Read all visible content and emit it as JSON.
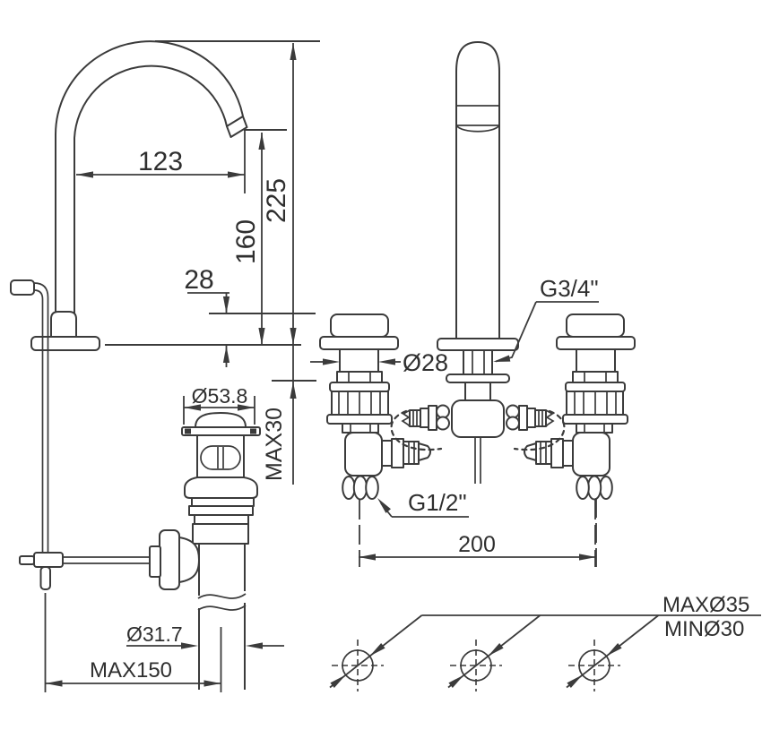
{
  "page": {
    "background": "#ffffff",
    "line_color": "#3b3b3b",
    "text_color": "#2f2f2f",
    "description": "Technical dimension drawing of a 3-hole basin mixer faucet with gooseneck spout, two side valves and pop-up waste"
  },
  "labels": {
    "spout_reach": "123",
    "overall_height": "225",
    "outlet_height": "160",
    "body_height": "28",
    "popup_flange_diameter": "Ø53.8",
    "max_deck_thickness": "MAX30",
    "shank_diameter": "Ø28",
    "spout_connection": "G3/4\"",
    "valve_connection": "G1/2\"",
    "valve_distance": "200",
    "tailpiece_diameter": "Ø31.7",
    "popup_rod_offset": "MAX150",
    "hole_diameter_max": "MAXØ35",
    "hole_diameter_min": "MINØ30"
  }
}
